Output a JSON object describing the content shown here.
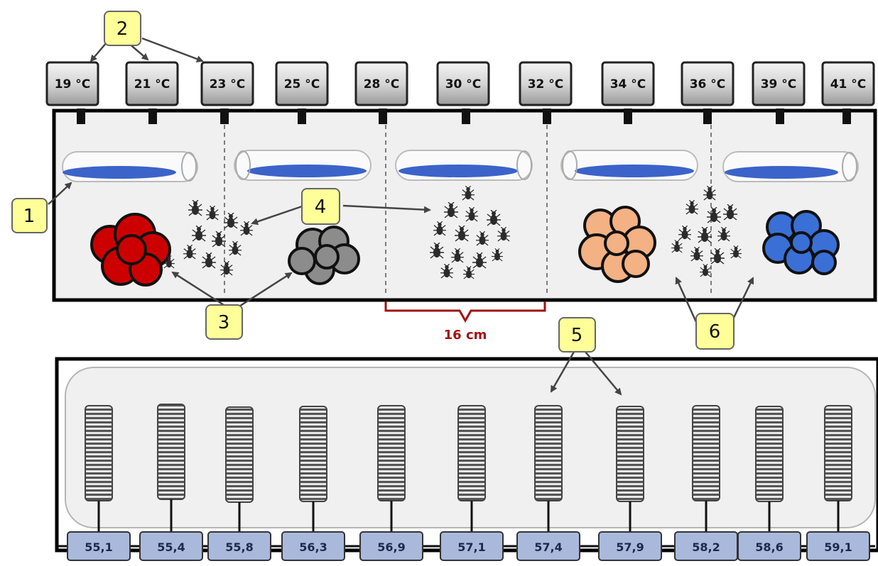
{
  "temperatures": [
    "19 °C",
    "21 °C",
    "23 °C",
    "25 °C",
    "28 °C",
    "30 °C",
    "32 °C",
    "34 °C",
    "36 °C",
    "39 °C",
    "41 °C"
  ],
  "humidity_readings": [
    "55,1",
    "55,4",
    "55,8",
    "56,3",
    "56,9",
    "57,1",
    "57,4",
    "57,9",
    "58,2",
    "58,6",
    "59,1"
  ],
  "callouts": [
    "1",
    "2",
    "3",
    "4",
    "5",
    "6"
  ],
  "dimension_label": "16 cm",
  "colors": {
    "callout_fill": "#ffff99",
    "red_cluster": "#cc0000",
    "grey_cluster": "#8c8c8c",
    "peach_cluster": "#f4b183",
    "blue_cluster": "#3a6fd6",
    "water": "#3b63c9",
    "hygro_label": "#a9b9dc",
    "dimension": "#a31212"
  },
  "icons": [
    "thermometer-box",
    "water-tube",
    "insect-group",
    "egg-cluster",
    "hygrometer-grill"
  ]
}
